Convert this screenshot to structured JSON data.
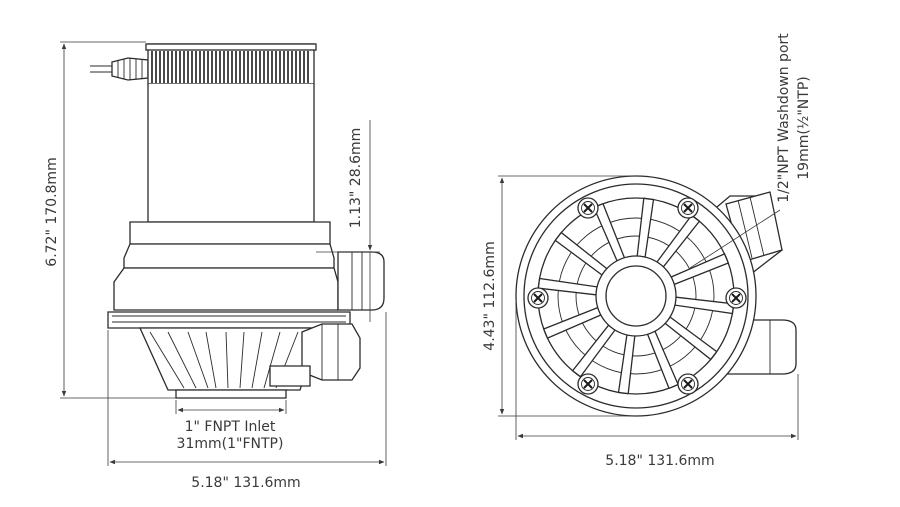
{
  "dimensions": {
    "side_height": "6.72\"  170.8mm",
    "port_offset": "1.13\"  28.6mm",
    "inlet_line1": "1\" FNPT Inlet",
    "inlet_line2": "31mm(1\"FNTP)",
    "side_width": "5.18\"  131.6mm",
    "bottom_height": "4.43\"  112.6mm",
    "bottom_width": "5.18\"  131.6mm",
    "washdown_line1": "1/2\"NPT  Washdown port",
    "washdown_line2": "19mm(½\"NTP)"
  },
  "colors": {
    "line": "#2b2b2b",
    "text": "#3a3a3a",
    "background": "#ffffff"
  }
}
